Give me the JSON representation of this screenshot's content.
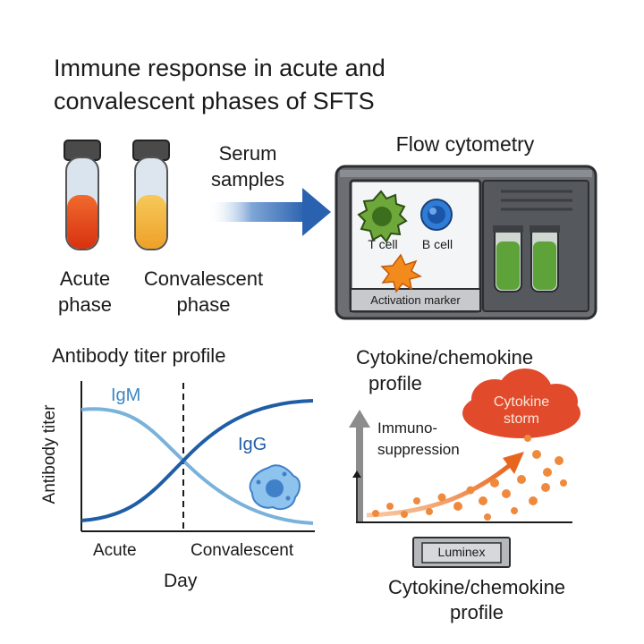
{
  "title_line1": "Immune response in acute and",
  "title_line2": "convalescent phases of SFTS",
  "tubes": {
    "acute_label_1": "Acute",
    "acute_label_2": "phase",
    "conv_label_1": "Convalescent",
    "conv_label_2": "phase",
    "acute_color": "#e8411c",
    "conv_color": "#f2b43a"
  },
  "arrow_label_1": "Serum",
  "arrow_label_2": "samples",
  "flow": {
    "title": "Flow cytometry",
    "t_cell": "T cell",
    "b_cell": "B cell",
    "activation": "Activation marker"
  },
  "antibody": {
    "title": "Antibody titer profile",
    "ylabel": "Antibody titer",
    "xlabel": "Day",
    "acute": "Acute",
    "convalescent": "Convalescent",
    "igm": "IgM",
    "igg": "IgG"
  },
  "cytokine": {
    "title_1": "Cytokine/chemokine",
    "title_2": "profile",
    "storm_1": "Cytokine",
    "storm_2": "storm",
    "immuno_1": "Immuno-",
    "immuno_2": "suppression",
    "luminex": "Luminex",
    "bottom_1": "Cytokine/chemokine",
    "bottom_2": "profile"
  }
}
